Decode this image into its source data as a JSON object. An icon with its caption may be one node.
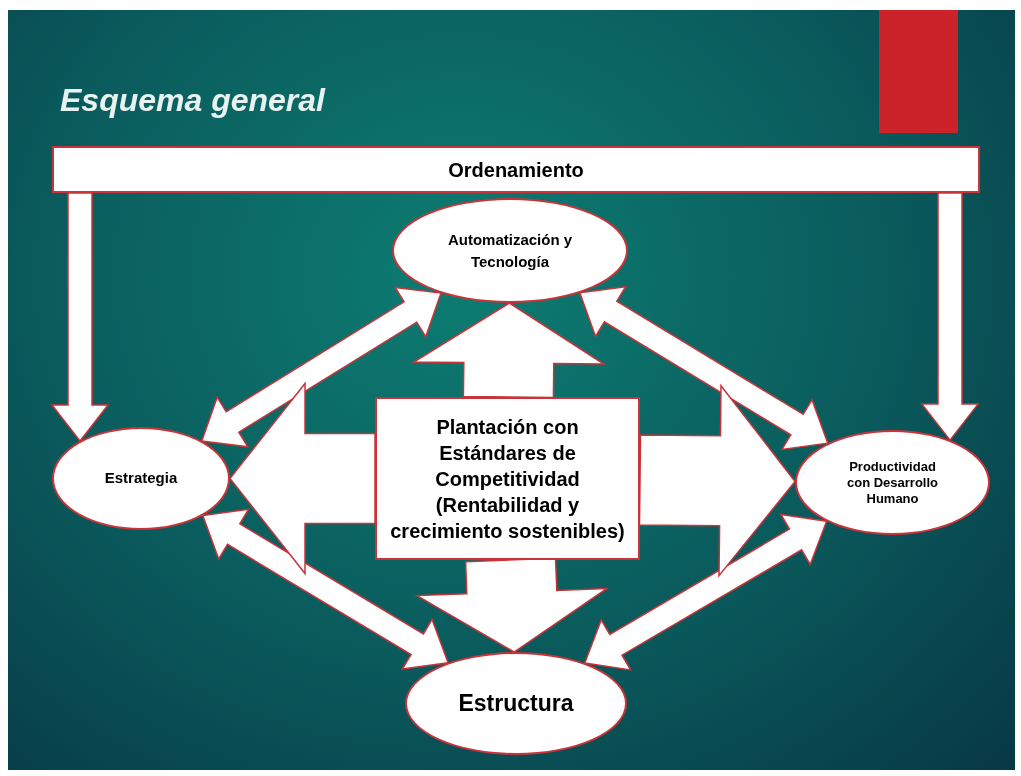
{
  "diagram": {
    "title": "Esquema general",
    "nodes": [
      {
        "text": [
          "Ordenamiento"
        ]
      },
      {
        "text": [
          "Automatización y Tecnología"
        ]
      },
      {
        "text": [
          "Estrategia"
        ]
      },
      {
        "text": [
          "Plantación con Estándares de Competitividad (Rentabilidad y crecimiento sostenibles)"
        ]
      },
      {
        "text": [
          "Productividad con Desarrollo Humano"
        ]
      },
      {
        "text": [
          "Estructura"
        ]
      }
    ],
    "edges": [
      {
        "from": 0,
        "to": 2,
        "arrow": "to"
      },
      {
        "from": 0,
        "to": 4,
        "arrow": "to"
      },
      {
        "from": 2,
        "to": 1,
        "arrow": "both"
      },
      {
        "from": 1,
        "to": 4,
        "arrow": "both"
      },
      {
        "from": 2,
        "to": 5,
        "arrow": "both"
      },
      {
        "from": 5,
        "to": 4,
        "arrow": "both"
      },
      {
        "from": 3,
        "to": 1,
        "arrow": "to"
      },
      {
        "from": 3,
        "to": 2,
        "arrow": "to"
      },
      {
        "from": 3,
        "to": 4,
        "arrow": "to"
      },
      {
        "from": 3,
        "to": 5,
        "arrow": "to"
      }
    ]
  }
}
